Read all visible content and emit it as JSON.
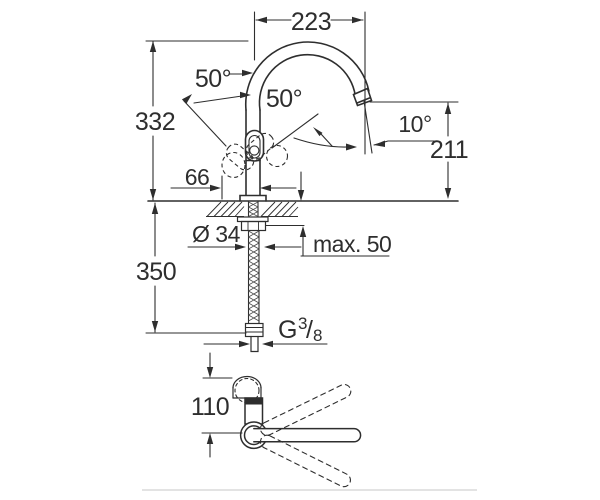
{
  "colors": {
    "line": "#2e2e2e",
    "texture": "#4a4a4a",
    "divider": "#dadada",
    "background": "#ffffff"
  },
  "labels": {
    "spout_reach": "223",
    "body_height": "332",
    "hose_length": "350",
    "handle_offset": "66",
    "outlet_height": "211",
    "angle_upper": "50°",
    "angle_inner": "50°",
    "angle_outlet": "10°",
    "hole_diameter": "Ø 34",
    "max_deck_thickness": "max. 50",
    "lever_reach": "110",
    "thread_prefix": "G",
    "thread_numerator": "3",
    "thread_slash": "/",
    "thread_denominator": "8"
  }
}
